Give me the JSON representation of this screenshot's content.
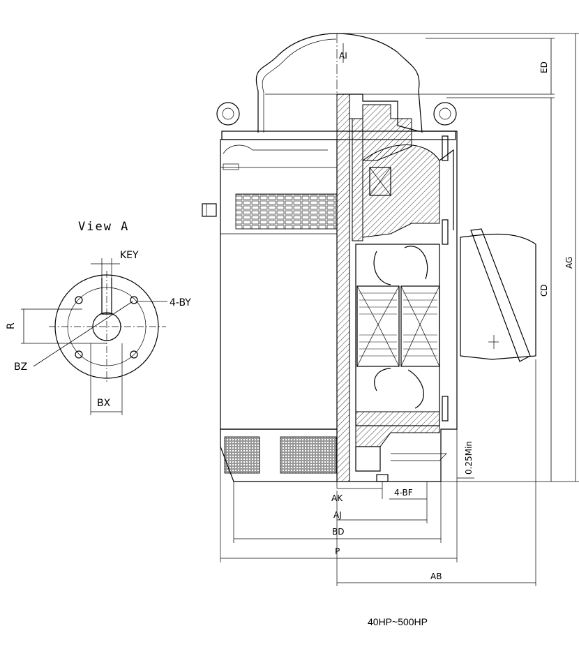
{
  "view_a": {
    "title": "View   A",
    "key_label": "KEY",
    "holes_label": "4-BY",
    "r_label": "R",
    "bz_label": "BZ",
    "bx_label": "BX"
  },
  "dimensions": {
    "ai": "AI",
    "ed": "ED",
    "cd": "CD",
    "ag": "AG",
    "ak": "AK",
    "bf": "4-BF",
    "aj": "AJ",
    "bd": "BD",
    "p": "P",
    "ab": "AB",
    "min_gap": "0.25Min"
  },
  "caption": "40HP~500HP"
}
